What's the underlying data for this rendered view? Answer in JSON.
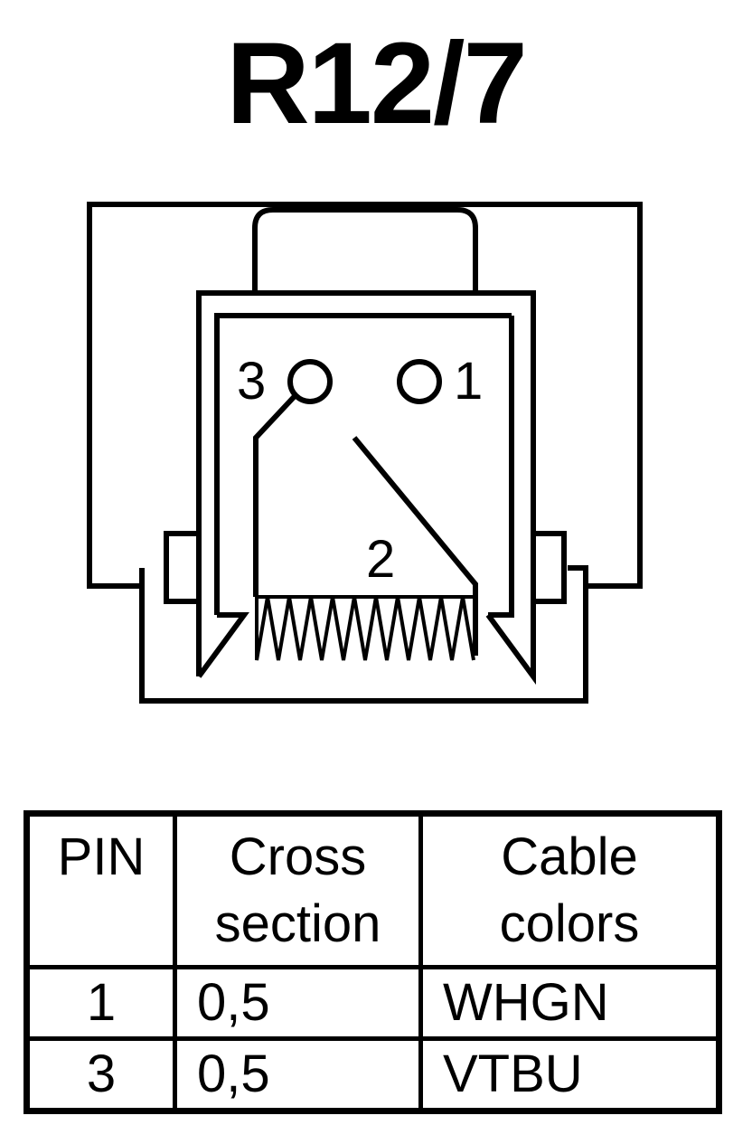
{
  "title": "R12/7",
  "diagram": {
    "pin_labels": [
      "3",
      "1",
      "2"
    ]
  },
  "table": {
    "headers": [
      [
        "PIN"
      ],
      [
        "Cross",
        "section"
      ],
      [
        "Cable",
        "colors"
      ]
    ],
    "rows": [
      {
        "pin": "1",
        "cross_section": "0,5",
        "color": "WHGN"
      },
      {
        "pin": "3",
        "cross_section": "0,5",
        "color": "VTBU"
      }
    ]
  }
}
